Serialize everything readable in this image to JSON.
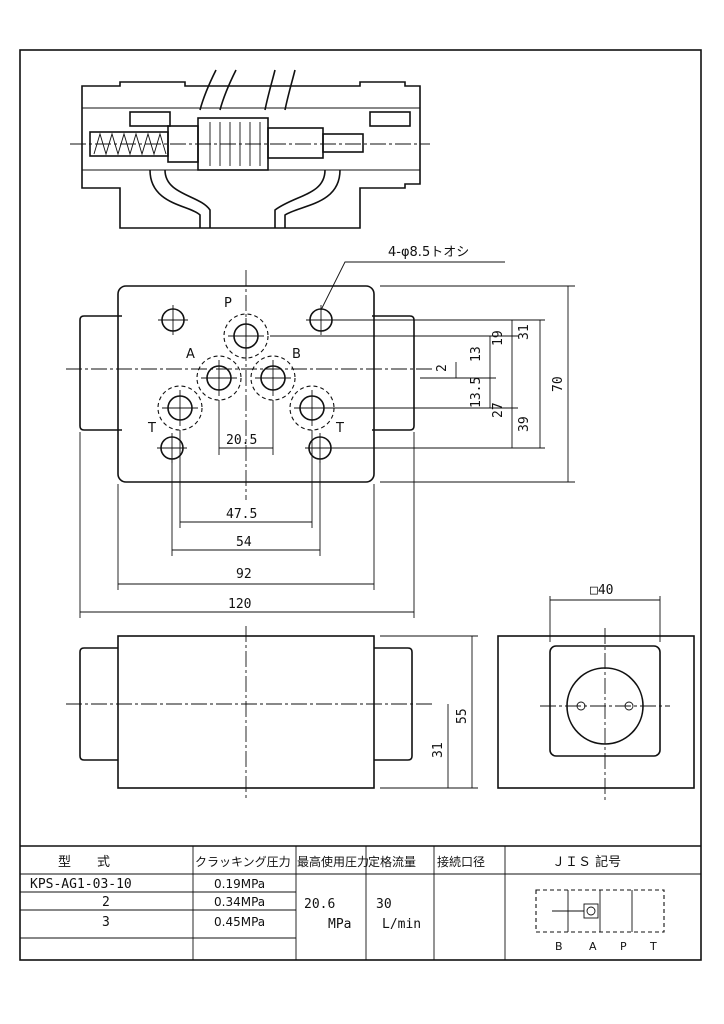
{
  "callout": {
    "holes": "4-φ8.5トオシ"
  },
  "ports": {
    "p": "P",
    "a": "A",
    "b": "B",
    "t_left": "T",
    "t_right": "T"
  },
  "dims": {
    "d20_5": "20.5",
    "d47_5": "47.5",
    "d54": "54",
    "d92": "92",
    "d120": "120",
    "d31": "31",
    "d19": "19",
    "d13": "13",
    "d2": "2",
    "d13_5": "13.5",
    "d27": "27",
    "d39": "39",
    "d70": "70",
    "d55": "55",
    "d31_side": "31",
    "sq40": "□40"
  },
  "table": {
    "headers": {
      "model": "型　　式",
      "cracking": "クラッキング圧力",
      "max_pressure": "最高使用圧力",
      "flow": "定格流量",
      "port": "接続口径",
      "jis": "ＪＩＳ 記号"
    },
    "rows": [
      {
        "model": "KPS-AG1-03-10",
        "cracking": "0.19MPa"
      },
      {
        "model": "2",
        "cracking": "0.34MPa"
      },
      {
        "model": "3",
        "cracking": "0.45MPa"
      }
    ],
    "max_pressure_value": "20.6",
    "max_pressure_unit": "MPa",
    "flow_value": "30",
    "flow_unit": "L/min",
    "jis_ports": [
      "B",
      "A",
      "P",
      "T"
    ]
  }
}
